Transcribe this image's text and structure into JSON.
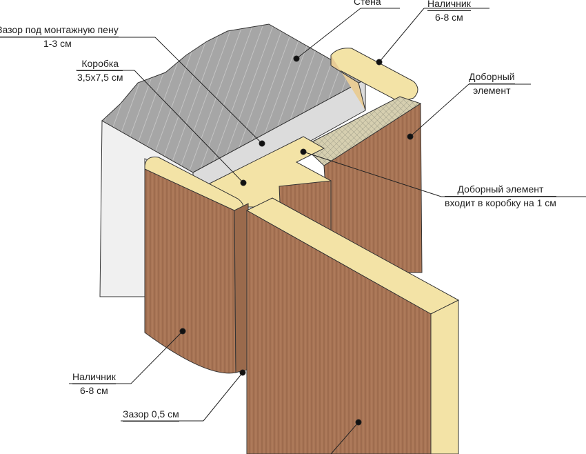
{
  "labels": {
    "wall": "Стена",
    "casing_top": {
      "title": "Наличник",
      "size": "6-8 см"
    },
    "foam_gap": {
      "title": "Зазор под монтажную пену",
      "size": "1-3 см"
    },
    "frame": {
      "title": "Коробка",
      "size": "3,5х7,5 см"
    },
    "extension": {
      "line1": "Доборный",
      "line2": "элемент"
    },
    "extension_fit": {
      "line1": "Доборный элемент",
      "line2": "входит в коробку на 1 см"
    },
    "casing_bottom": {
      "title": "Наличник",
      "size": "6-8 см"
    },
    "door_gap": "Зазор 0,5 см"
  },
  "colors": {
    "wood": "#a87455",
    "wood_end": "#f3e3a6",
    "wall": "#a9a9a9",
    "wall_face": "#eeeeee"
  }
}
